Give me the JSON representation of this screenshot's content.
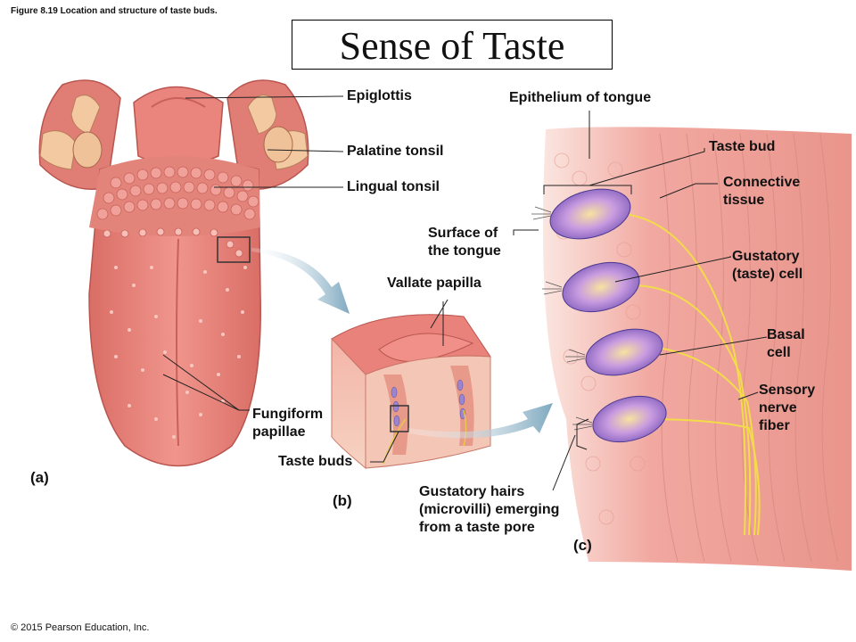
{
  "figure_caption": "Figure 8.19 Location and structure of taste buds.",
  "title": "Sense of Taste",
  "copyright": "© 2015 Pearson Education, Inc.",
  "panels": {
    "a": "(a)",
    "b": "(b)",
    "c": "(c)"
  },
  "labels": {
    "epiglottis": "Epiglottis",
    "palatine_tonsil": "Palatine tonsil",
    "lingual_tonsil": "Lingual tonsil",
    "fungiform_papillae": [
      "Fungiform",
      "papillae"
    ],
    "vallate_papilla": "Vallate papilla",
    "taste_buds": "Taste buds",
    "surface_of_tongue": [
      "Surface of",
      "the tongue"
    ],
    "epithelium_of_tongue": "Epithelium of tongue",
    "taste_bud": "Taste bud",
    "connective_tissue": [
      "Connective",
      "tissue"
    ],
    "gustatory_cell": [
      "Gustatory",
      "(taste) cell"
    ],
    "basal_cell": [
      "Basal",
      "cell"
    ],
    "sensory_nerve_fiber": [
      "Sensory",
      "nerve",
      "fiber"
    ],
    "gustatory_hairs": [
      "Gustatory hairs",
      "(microvilli) emerging",
      "from a taste pore"
    ]
  },
  "colors": {
    "tongue": "#e9857d",
    "tongue_dark": "#c9615a",
    "cartilage": "#f2c9a0",
    "epithelium": "#f0a49a",
    "nerve": "#f2dc4a",
    "bud_cell": "#b58ad6",
    "arrow": "#8fb6c8"
  }
}
